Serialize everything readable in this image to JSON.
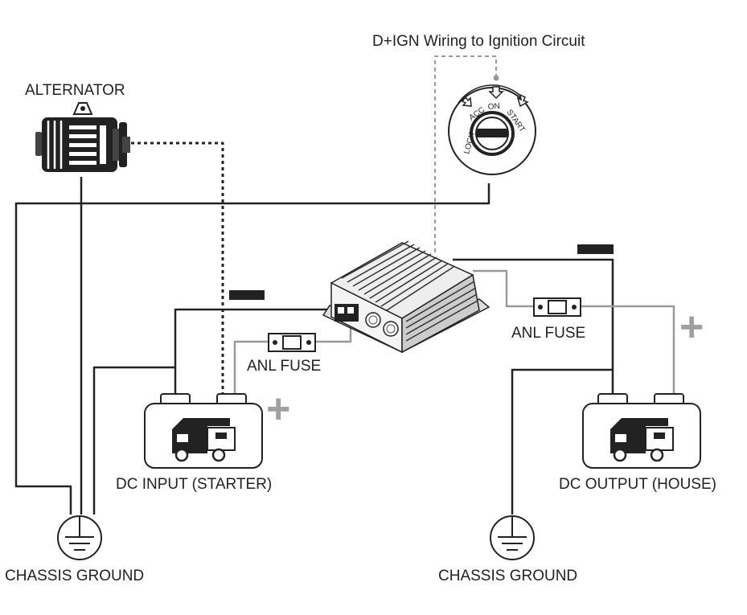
{
  "labels": {
    "ignition_title": "D+IGN Wiring to Ignition Circuit",
    "alternator": "ALTERNATOR",
    "fuse_left": "ANL FUSE",
    "fuse_right": "ANL FUSE",
    "battery_input": "DC INPUT (STARTER)",
    "battery_output": "DC OUTPUT (HOUSE)",
    "ground_left": "CHASSIS GROUND",
    "ground_right": "CHASSIS GROUND"
  },
  "ignition_positions": [
    "LOCK",
    "ACC",
    "ON",
    "START"
  ],
  "symbols": {
    "plus_left": "+",
    "plus_right": "+"
  },
  "colors": {
    "wire_black": "#222222",
    "wire_grey": "#9a9a9a",
    "plus": "#a0a0a0",
    "device_fill": "#eeeeee",
    "outline": "#222222"
  },
  "icons": [
    "alternator-icon",
    "ignition-switch-icon",
    "dc-dc-charger-icon",
    "anl-fuse-icon",
    "battery-icon",
    "rv-camper-icon",
    "ground-symbol-icon"
  ]
}
